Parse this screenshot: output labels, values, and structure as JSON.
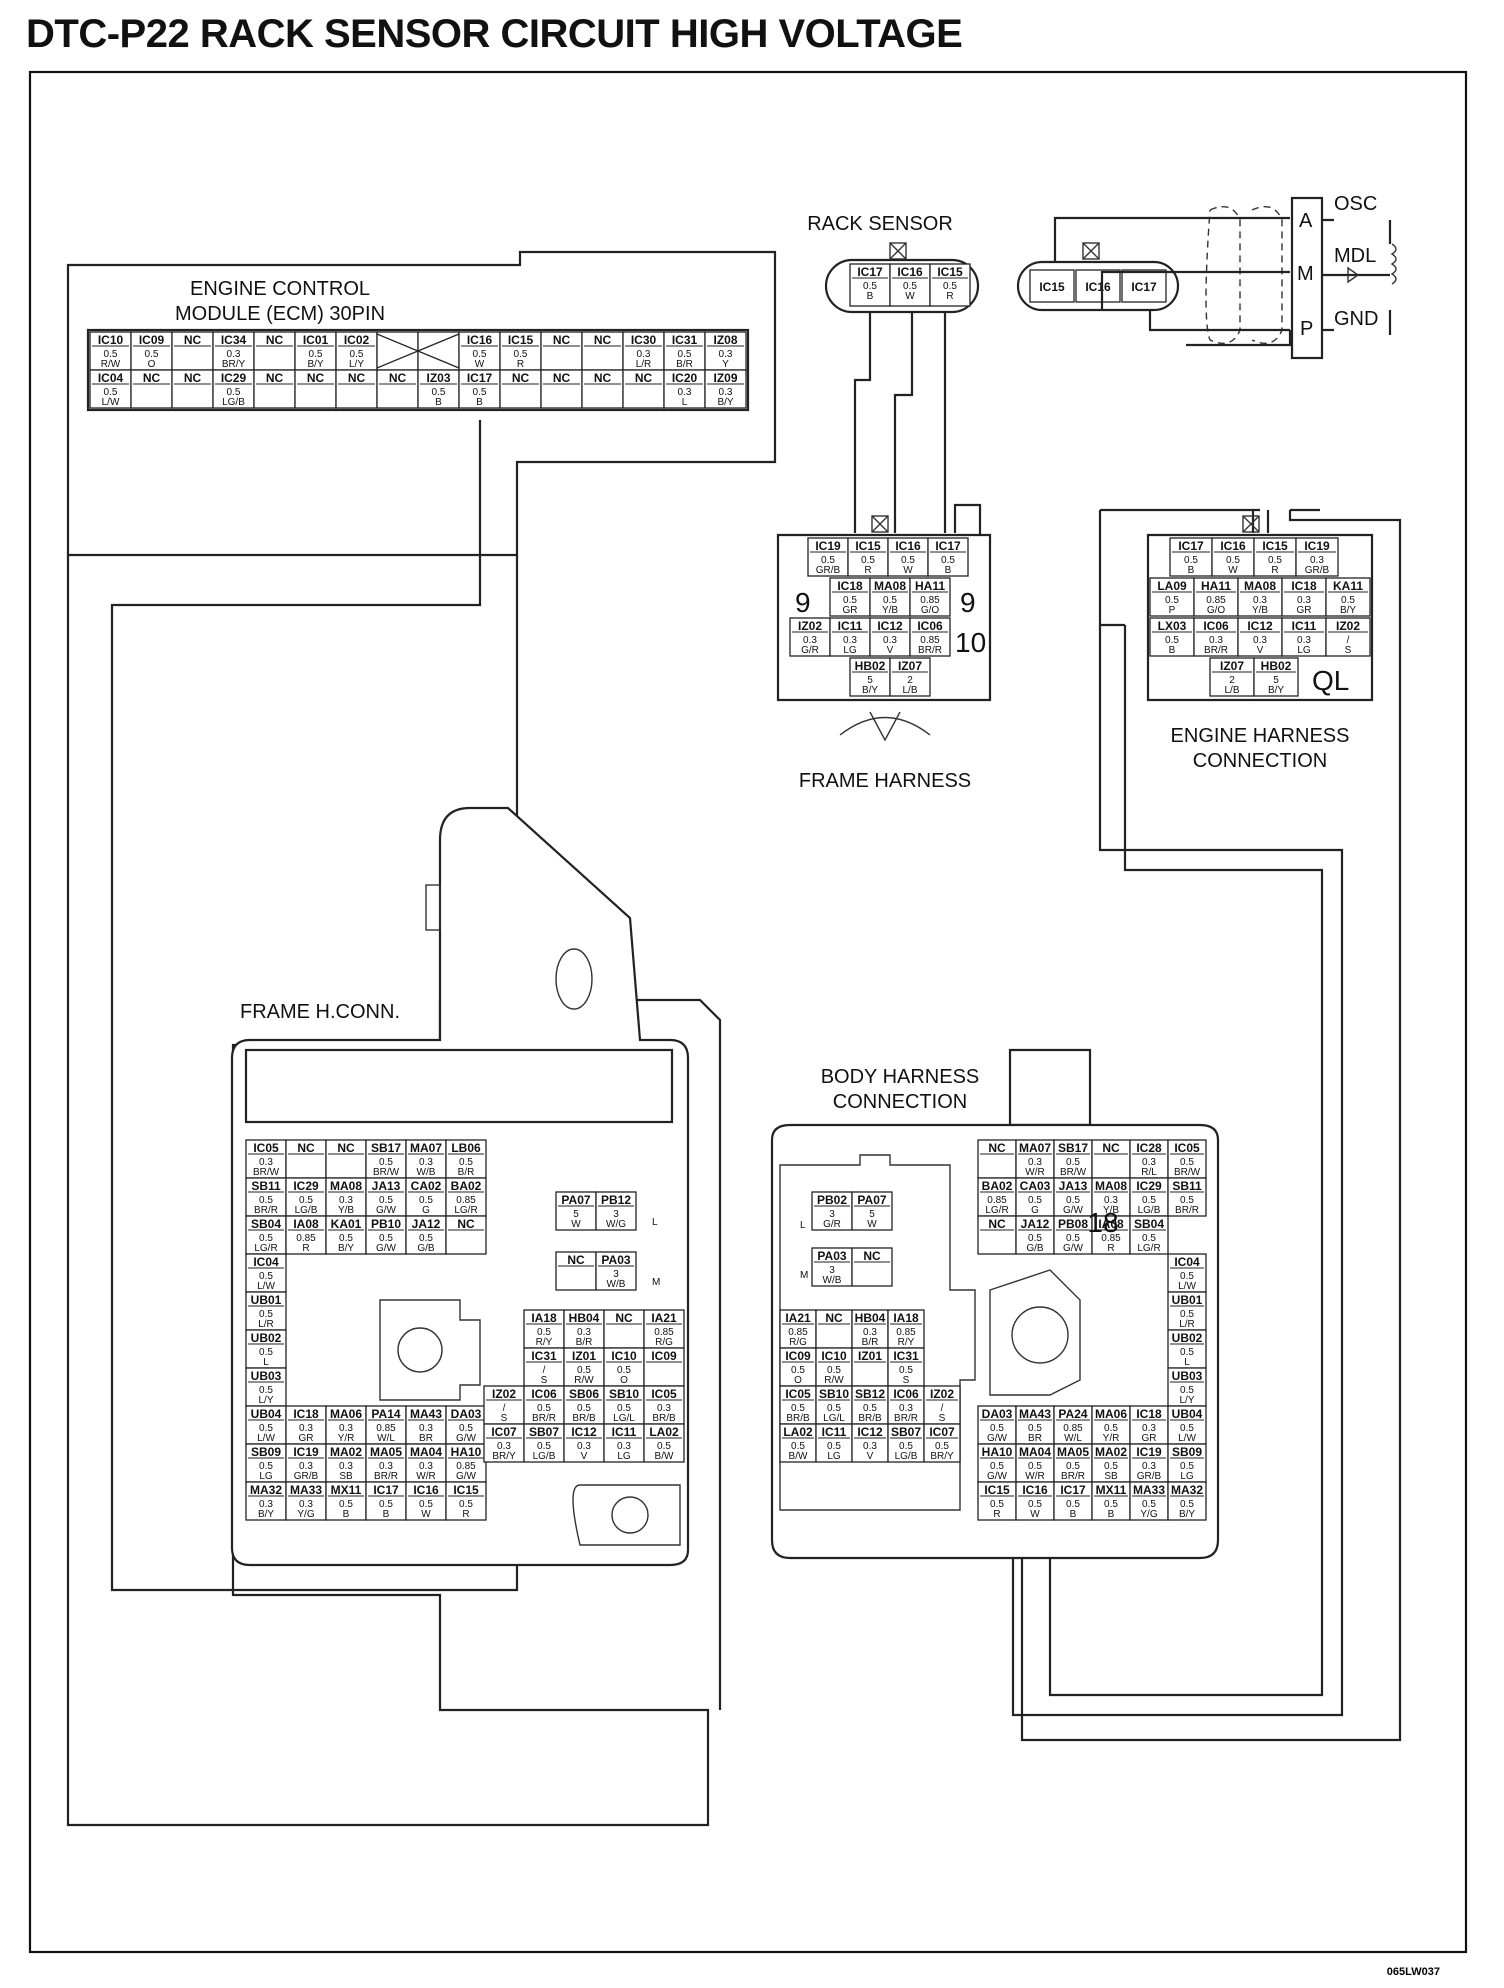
{
  "title": "DTC-P22 RACK SENSOR CIRCUIT HIGH VOLTAGE",
  "figure_code": "065LW037",
  "ecm": {
    "label_line1": "ENGINE CONTROL",
    "label_line2": "MODULE (ECM) 30PIN",
    "row1": [
      {
        "id": "IC10",
        "v": "0.5",
        "c": "R/W"
      },
      {
        "id": "IC09",
        "v": "0.5",
        "c": "O"
      },
      {
        "id": "NC",
        "v": "",
        "c": ""
      },
      {
        "id": "IC34",
        "v": "0.3",
        "c": "BR/Y"
      },
      {
        "id": "NC",
        "v": "",
        "c": ""
      },
      {
        "id": "IC01",
        "v": "0.5",
        "c": "B/Y"
      },
      {
        "id": "IC02",
        "v": "0.5",
        "c": "L/Y"
      },
      {
        "id": "X",
        "v": "",
        "c": ""
      },
      {
        "id": "X",
        "v": "",
        "c": ""
      },
      {
        "id": "IC16",
        "v": "0.5",
        "c": "W"
      },
      {
        "id": "IC15",
        "v": "0.5",
        "c": "R"
      },
      {
        "id": "NC",
        "v": "",
        "c": ""
      },
      {
        "id": "NC",
        "v": "",
        "c": ""
      },
      {
        "id": "IC30",
        "v": "0.3",
        "c": "L/R"
      },
      {
        "id": "IC31",
        "v": "0.5",
        "c": "B/R"
      },
      {
        "id": "IZ08",
        "v": "0.3",
        "c": "Y"
      }
    ],
    "row2": [
      {
        "id": "IC04",
        "v": "0.5",
        "c": "L/W"
      },
      {
        "id": "NC",
        "v": "",
        "c": ""
      },
      {
        "id": "NC",
        "v": "",
        "c": ""
      },
      {
        "id": "IC29",
        "v": "0.5",
        "c": "LG/B"
      },
      {
        "id": "NC",
        "v": "",
        "c": ""
      },
      {
        "id": "NC",
        "v": "",
        "c": ""
      },
      {
        "id": "NC",
        "v": "",
        "c": ""
      },
      {
        "id": "NC",
        "v": "",
        "c": ""
      },
      {
        "id": "IZ03",
        "v": "0.5",
        "c": "B"
      },
      {
        "id": "IC17",
        "v": "0.5",
        "c": "B"
      },
      {
        "id": "NC",
        "v": "",
        "c": ""
      },
      {
        "id": "NC",
        "v": "",
        "c": ""
      },
      {
        "id": "NC",
        "v": "",
        "c": ""
      },
      {
        "id": "NC",
        "v": "",
        "c": ""
      },
      {
        "id": "IC20",
        "v": "0.3",
        "c": "L"
      },
      {
        "id": "IZ09",
        "v": "0.3",
        "c": "B/Y"
      }
    ]
  },
  "rack_sensor": {
    "label": "RACK SENSOR",
    "pins": [
      {
        "id": "IC17",
        "v": "0.5",
        "c": "B"
      },
      {
        "id": "IC16",
        "v": "0.5",
        "c": "W"
      },
      {
        "id": "IC15",
        "v": "0.5",
        "c": "R"
      }
    ],
    "mate_pins": [
      "IC15",
      "IC16",
      "IC17"
    ],
    "ends": [
      "A",
      "M",
      "P"
    ],
    "signals": [
      "OSC",
      "MDL",
      "GND"
    ]
  },
  "frame_harness": {
    "label": "FRAME HARNESS",
    "rows": [
      [
        {
          "id": "IC19",
          "v": "0.5",
          "c": "GR/B"
        },
        {
          "id": "IC15",
          "v": "0.5",
          "c": "R"
        },
        {
          "id": "IC16",
          "v": "0.5",
          "c": "W"
        },
        {
          "id": "IC17",
          "v": "0.5",
          "c": "B"
        }
      ],
      [
        {
          "id": "IC18",
          "v": "0.5",
          "c": "GR"
        },
        {
          "id": "MA08",
          "v": "0.5",
          "c": "Y/B"
        },
        {
          "id": "HA11",
          "v": "0.85",
          "c": "G/O"
        }
      ],
      [
        {
          "id": "IZ02",
          "v": "0.3",
          "c": "G/R"
        },
        {
          "id": "IC11",
          "v": "0.3",
          "c": "LG"
        },
        {
          "id": "IC12",
          "v": "0.3",
          "c": "V"
        },
        {
          "id": "IC06",
          "v": "0.85",
          "c": "BR/R"
        }
      ],
      [
        {
          "id": "HB02",
          "v": "5",
          "c": "B/Y"
        },
        {
          "id": "IZ07",
          "v": "2",
          "c": "L/B"
        }
      ]
    ],
    "num_left": "9",
    "num_right_top": "9",
    "num_right_bottom": "10"
  },
  "engine_harness": {
    "label_line1": "ENGINE HARNESS",
    "label_line2": "CONNECTION",
    "rows": [
      [
        {
          "id": "IC17",
          "v": "0.5",
          "c": "B"
        },
        {
          "id": "IC16",
          "v": "0.5",
          "c": "W"
        },
        {
          "id": "IC15",
          "v": "0.5",
          "c": "R"
        },
        {
          "id": "IC19",
          "v": "0.3",
          "c": "GR/B"
        }
      ],
      [
        {
          "id": "LA09",
          "v": "0.5",
          "c": "P"
        },
        {
          "id": "HA11",
          "v": "0.85",
          "c": "G/O"
        },
        {
          "id": "MA08",
          "v": "0.3",
          "c": "Y/B"
        },
        {
          "id": "IC18",
          "v": "0.3",
          "c": "GR"
        },
        {
          "id": "KA11",
          "v": "0.5",
          "c": "B/Y"
        }
      ],
      [
        {
          "id": "LX03",
          "v": "0.5",
          "c": "B"
        },
        {
          "id": "IC06",
          "v": "0.3",
          "c": "BR/R"
        },
        {
          "id": "IC12",
          "v": "0.3",
          "c": "V"
        },
        {
          "id": "IC11",
          "v": "0.3",
          "c": "LG"
        },
        {
          "id": "IZ02",
          "v": "/",
          "c": "S"
        }
      ],
      [
        {
          "id": "IZ07",
          "v": "2",
          "c": "L/B"
        },
        {
          "id": "HB02",
          "v": "5",
          "c": "B/Y"
        }
      ]
    ],
    "code": "QL"
  },
  "frame_hconn": {
    "label": "FRAME H.CONN.",
    "top_rows": [
      [
        {
          "id": "IC05",
          "v": "0.3",
          "c": "BR/W"
        },
        {
          "id": "NC",
          "v": "",
          "c": ""
        },
        {
          "id": "NC",
          "v": "",
          "c": ""
        },
        {
          "id": "SB17",
          "v": "0.5",
          "c": "BR/W"
        },
        {
          "id": "MA07",
          "v": "0.3",
          "c": "W/B"
        },
        {
          "id": "LB06",
          "v": "0.5",
          "c": "B/R"
        }
      ],
      [
        {
          "id": "SB11",
          "v": "0.5",
          "c": "BR/R"
        },
        {
          "id": "IC29",
          "v": "0.5",
          "c": "LG/B"
        },
        {
          "id": "MA08",
          "v": "0.3",
          "c": "Y/B"
        },
        {
          "id": "JA13",
          "v": "0.5",
          "c": "G/W"
        },
        {
          "id": "CA02",
          "v": "0.5",
          "c": "G"
        },
        {
          "id": "BA02",
          "v": "0.85",
          "c": "LG/R"
        }
      ],
      [
        {
          "id": "SB04",
          "v": "0.5",
          "c": "LG/R"
        },
        {
          "id": "IA08",
          "v": "0.85",
          "c": "R"
        },
        {
          "id": "KA01",
          "v": "0.5",
          "c": "B/Y"
        },
        {
          "id": "PB10",
          "v": "0.5",
          "c": "G/W"
        },
        {
          "id": "JA12",
          "v": "0.5",
          "c": "G/B"
        },
        {
          "id": "NC",
          "v": "",
          "c": ""
        }
      ]
    ],
    "left_col": [
      {
        "id": "IC04",
        "v": "0.5",
        "c": "L/W"
      },
      {
        "id": "UB01",
        "v": "0.5",
        "c": "L/R"
      },
      {
        "id": "UB02",
        "v": "0.5",
        "c": "L"
      },
      {
        "id": "UB03",
        "v": "0.5",
        "c": "L/Y"
      }
    ],
    "bottom_rows": [
      [
        {
          "id": "UB04",
          "v": "0.5",
          "c": "L/W"
        },
        {
          "id": "IC18",
          "v": "0.3",
          "c": "GR"
        },
        {
          "id": "MA06",
          "v": "0.3",
          "c": "Y/R"
        },
        {
          "id": "PA14",
          "v": "0.85",
          "c": "W/L"
        },
        {
          "id": "MA43",
          "v": "0.3",
          "c": "BR"
        },
        {
          "id": "DA03",
          "v": "0.5",
          "c": "G/W"
        }
      ],
      [
        {
          "id": "SB09",
          "v": "0.5",
          "c": "LG"
        },
        {
          "id": "IC19",
          "v": "0.3",
          "c": "GR/B"
        },
        {
          "id": "MA02",
          "v": "0.3",
          "c": "SB"
        },
        {
          "id": "MA05",
          "v": "0.3",
          "c": "BR/R"
        },
        {
          "id": "MA04",
          "v": "0.3",
          "c": "W/R"
        },
        {
          "id": "HA10",
          "v": "0.85",
          "c": "G/W"
        }
      ],
      [
        {
          "id": "MA32",
          "v": "0.3",
          "c": "B/Y"
        },
        {
          "id": "MA33",
          "v": "0.3",
          "c": "Y/G"
        },
        {
          "id": "MX11",
          "v": "0.5",
          "c": "B"
        },
        {
          "id": "IC17",
          "v": "0.5",
          "c": "B"
        },
        {
          "id": "IC16",
          "v": "0.5",
          "c": "W"
        },
        {
          "id": "IC15",
          "v": "0.5",
          "c": "R"
        }
      ]
    ],
    "l_block": [
      {
        "id": "PA07",
        "v": "5",
        "c": "W"
      },
      {
        "id": "PB12",
        "v": "3",
        "c": "W/G"
      }
    ],
    "m_block": [
      {
        "id": "NC",
        "v": "",
        "c": ""
      },
      {
        "id": "PA03",
        "v": "3",
        "c": "W/B"
      }
    ],
    "l_letter": "L",
    "m_letter": "M",
    "right_block": [
      [
        {
          "id": "IA18",
          "v": "0.5",
          "c": "R/Y"
        },
        {
          "id": "HB04",
          "v": "0.3",
          "c": "B/R"
        },
        {
          "id": "NC",
          "v": "",
          "c": ""
        },
        {
          "id": "IA21",
          "v": "0.85",
          "c": "R/G"
        }
      ],
      [
        {
          "id": "IC31",
          "v": "/",
          "c": "S"
        },
        {
          "id": "IZ01",
          "v": "0.5",
          "c": "R/W"
        },
        {
          "id": "IC10",
          "v": "0.5",
          "c": "O"
        },
        {
          "id": "IC09",
          "v": "",
          "c": ""
        }
      ],
      [
        {
          "id": "IZ02",
          "v": "/",
          "c": "S"
        },
        {
          "id": "IC06",
          "v": "0.5",
          "c": "BR/R"
        },
        {
          "id": "SB06",
          "v": "0.5",
          "c": "BR/B"
        },
        {
          "id": "SB10",
          "v": "0.5",
          "c": "LG/L"
        },
        {
          "id": "IC05",
          "v": "0.3",
          "c": "BR/B"
        }
      ],
      [
        {
          "id": "IC07",
          "v": "0.3",
          "c": "BR/Y"
        },
        {
          "id": "SB07",
          "v": "0.5",
          "c": "LG/B"
        },
        {
          "id": "IC12",
          "v": "0.3",
          "c": "V"
        },
        {
          "id": "IC11",
          "v": "0.3",
          "c": "LG"
        },
        {
          "id": "LA02",
          "v": "0.5",
          "c": "B/W"
        }
      ]
    ]
  },
  "body_harness": {
    "label_line1": "BODY HARNESS",
    "label_line2": "CONNECTION",
    "top_rows": [
      [
        {
          "id": "NC",
          "v": "",
          "c": ""
        },
        {
          "id": "MA07",
          "v": "0.3",
          "c": "W/R"
        },
        {
          "id": "SB17",
          "v": "0.5",
          "c": "BR/W"
        },
        {
          "id": "NC",
          "v": "",
          "c": ""
        },
        {
          "id": "IC28",
          "v": "0.3",
          "c": "R/L"
        },
        {
          "id": "IC05",
          "v": "0.5",
          "c": "BR/W"
        }
      ],
      [
        {
          "id": "BA02",
          "v": "0.85",
          "c": "LG/R"
        },
        {
          "id": "CA03",
          "v": "0.5",
          "c": "G"
        },
        {
          "id": "JA13",
          "v": "0.5",
          "c": "G/W"
        },
        {
          "id": "MA08",
          "v": "0.3",
          "c": "Y/B"
        },
        {
          "id": "IC29",
          "v": "0.5",
          "c": "LG/B"
        },
        {
          "id": "SB11",
          "v": "0.5",
          "c": "BR/R"
        }
      ],
      [
        {
          "id": "NC",
          "v": "",
          "c": ""
        },
        {
          "id": "JA12",
          "v": "0.5",
          "c": "G/B"
        },
        {
          "id": "PB08",
          "v": "0.5",
          "c": "G/W"
        },
        {
          "id": "IA08",
          "v": "0.85",
          "c": "R"
        },
        {
          "id": "SB04",
          "v": "0.5",
          "c": "LG/R"
        }
      ]
    ],
    "big_num": "18",
    "right_col": [
      {
        "id": "IC04",
        "v": "0.5",
        "c": "L/W"
      },
      {
        "id": "UB01",
        "v": "0.5",
        "c": "L/R"
      },
      {
        "id": "UB02",
        "v": "0.5",
        "c": "L"
      },
      {
        "id": "UB03",
        "v": "0.5",
        "c": "L/Y"
      }
    ],
    "bottom_rows": [
      [
        {
          "id": "DA03",
          "v": "0.5",
          "c": "G/W"
        },
        {
          "id": "MA43",
          "v": "0.5",
          "c": "BR"
        },
        {
          "id": "PA24",
          "v": "0.85",
          "c": "W/L"
        },
        {
          "id": "MA06",
          "v": "0.5",
          "c": "Y/R"
        },
        {
          "id": "IC18",
          "v": "0.3",
          "c": "GR"
        },
        {
          "id": "UB04",
          "v": "0.5",
          "c": "L/W"
        }
      ],
      [
        {
          "id": "HA10",
          "v": "0.5",
          "c": "G/W"
        },
        {
          "id": "MA04",
          "v": "0.5",
          "c": "W/R"
        },
        {
          "id": "MA05",
          "v": "0.5",
          "c": "BR/R"
        },
        {
          "id": "MA02",
          "v": "0.5",
          "c": "SB"
        },
        {
          "id": "IC19",
          "v": "0.3",
          "c": "GR/B"
        },
        {
          "id": "SB09",
          "v": "0.5",
          "c": "LG"
        }
      ],
      [
        {
          "id": "IC15",
          "v": "0.5",
          "c": "R"
        },
        {
          "id": "IC16",
          "v": "0.5",
          "c": "W"
        },
        {
          "id": "IC17",
          "v": "0.5",
          "c": "B"
        },
        {
          "id": "MX11",
          "v": "0.5",
          "c": "B"
        },
        {
          "id": "MA33",
          "v": "0.5",
          "c": "Y/G"
        },
        {
          "id": "MA32",
          "v": "0.5",
          "c": "B/Y"
        }
      ]
    ],
    "l_block": [
      {
        "id": "PB02",
        "v": "3",
        "c": "G/R"
      },
      {
        "id": "PA07",
        "v": "5",
        "c": "W"
      }
    ],
    "m_block": [
      {
        "id": "PA03",
        "v": "3",
        "c": "W/B"
      },
      {
        "id": "NC",
        "v": "",
        "c": ""
      }
    ],
    "l_letter": "L",
    "m_letter": "M",
    "left_block": [
      [
        {
          "id": "IA21",
          "v": "0.85",
          "c": "R/G"
        },
        {
          "id": "NC",
          "v": "",
          "c": ""
        },
        {
          "id": "HB04",
          "v": "0.3",
          "c": "B/R"
        },
        {
          "id": "IA18",
          "v": "0.85",
          "c": "R/Y"
        }
      ],
      [
        {
          "id": "IC09",
          "v": "0.5",
          "c": "O"
        },
        {
          "id": "IC10",
          "v": "0.5",
          "c": "R/W"
        },
        {
          "id": "IZ01",
          "v": "",
          "c": ""
        },
        {
          "id": "IC31",
          "v": "0.5",
          "c": "S"
        }
      ],
      [
        {
          "id": "IC05",
          "v": "0.5",
          "c": "BR/B"
        },
        {
          "id": "SB10",
          "v": "0.5",
          "c": "LG/L"
        },
        {
          "id": "SB12",
          "v": "0.5",
          "c": "BR/B"
        },
        {
          "id": "IC06",
          "v": "0.3",
          "c": "BR/R"
        },
        {
          "id": "IZ02",
          "v": "/",
          "c": "S"
        }
      ],
      [
        {
          "id": "LA02",
          "v": "0.5",
          "c": "B/W"
        },
        {
          "id": "IC11",
          "v": "0.5",
          "c": "LG"
        },
        {
          "id": "IC12",
          "v": "0.3",
          "c": "V"
        },
        {
          "id": "SB07",
          "v": "0.5",
          "c": "LG/B"
        },
        {
          "id": "IC07",
          "v": "0.5",
          "c": "BR/Y"
        }
      ]
    ]
  }
}
